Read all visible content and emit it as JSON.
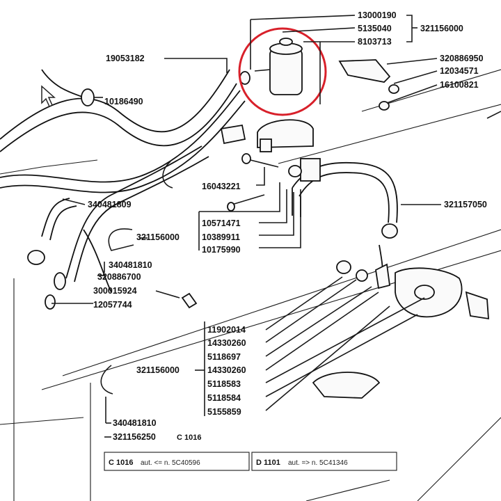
{
  "diagram": {
    "labels": {
      "p13000190": "13000190",
      "p5135040": "5135040",
      "p321156000_top": "321156000",
      "p8103713": "8103713",
      "p19053182": "19053182",
      "p10186490": "10186490",
      "p320886950": "320886950",
      "p12034571": "12034571",
      "p16100821": "16100821",
      "p16043221": "16043221",
      "p340481809": "340481809",
      "p321157050": "321157050",
      "p10571471": "10571471",
      "p321156000_mid": "321156000",
      "p10389911": "10389911",
      "p10175990": "10175990",
      "p340481810_a": "340481810",
      "p320886700": "320886700",
      "p300015924": "300015924",
      "p12057744": "12057744",
      "p11902014": "11902014",
      "p14330260_a": "14330260",
      "p5118697": "5118697",
      "p321156000_low": "321156000",
      "p14330260_b": "14330260",
      "p5118583": "5118583",
      "p5118584": "5118584",
      "p5155859": "5155859",
      "p340481810_b": "340481810",
      "p321156250": "321156250",
      "c1016": "C 1016"
    },
    "footer": {
      "box1_code": "C 1016",
      "box1_text": "aut. <= n. 5C40596",
      "box2_code": "D 1101",
      "box2_text": "aut. => n. 5C41346"
    },
    "highlight_color": "#d8202a"
  }
}
